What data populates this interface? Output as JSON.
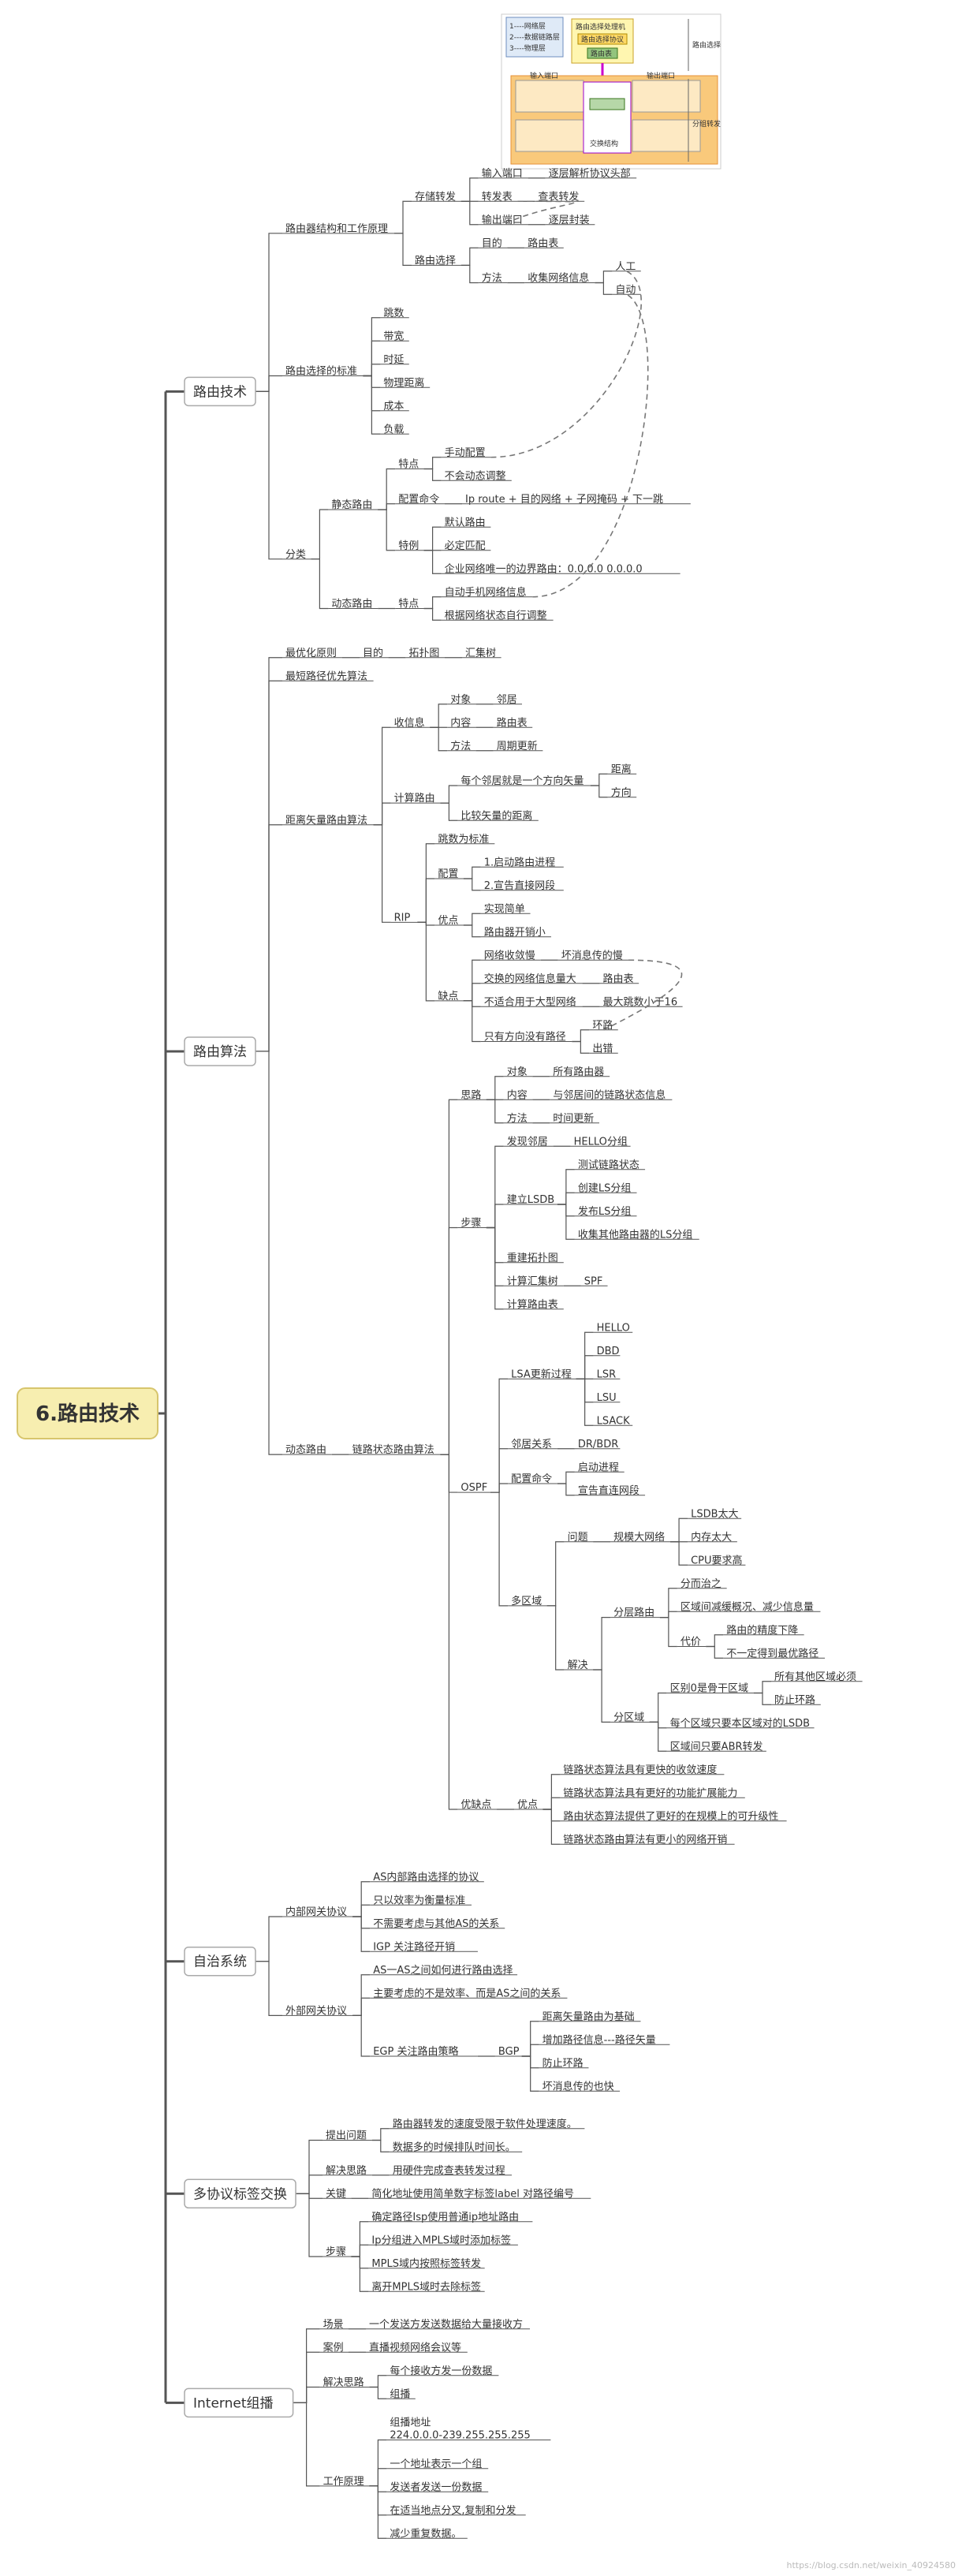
{
  "root": "6.路由技术",
  "watermark": "https://blog.csdn.net/weixin_40924580",
  "header_image": {
    "legend": [
      "1----网络层",
      "2----数据链路层",
      "3----物理层"
    ],
    "center_title": "路由选择处理机",
    "center_sub1": "路由选择协议",
    "center_sub2": "路由表",
    "fabric": "交换结构",
    "right_top": "路由选择",
    "right_bottom": "分组转发",
    "in_port": "输入端口",
    "out_port": "输出端口"
  },
  "branches": [
    {
      "id": "b1",
      "label": "路由技术",
      "children": [
        {
          "label": "路由器结构和工作原理",
          "children": [
            {
              "label": "存储转发",
              "children": [
                {
                  "label": "输入端口",
                  "children": [
                    {
                      "label": "逐层解析协议头部"
                    }
                  ]
                },
                {
                  "label": "转发表",
                  "children": [
                    {
                      "label": "查表转发"
                    }
                  ]
                },
                {
                  "label": "输出端口",
                  "children": [
                    {
                      "label": "逐层封装"
                    }
                  ]
                }
              ]
            },
            {
              "label": "路由选择",
              "children": [
                {
                  "label": "目的",
                  "children": [
                    {
                      "label": "路由表"
                    }
                  ]
                },
                {
                  "label": "方法",
                  "children": [
                    {
                      "label": "收集网络信息",
                      "children": [
                        {
                          "label": "人工"
                        },
                        {
                          "label": "自动"
                        }
                      ]
                    }
                  ]
                }
              ]
            }
          ]
        },
        {
          "label": "路由选择的标准",
          "children": [
            {
              "label": "跳数"
            },
            {
              "label": "带宽"
            },
            {
              "label": "时延"
            },
            {
              "label": "物理距离"
            },
            {
              "label": "成本"
            },
            {
              "label": "负载"
            }
          ]
        },
        {
          "label": "分类",
          "children": [
            {
              "label": "静态路由",
              "children": [
                {
                  "label": "特点",
                  "children": [
                    {
                      "label": "手动配置"
                    },
                    {
                      "label": "不会动态调整"
                    }
                  ]
                },
                {
                  "label": "配置命令",
                  "children": [
                    {
                      "label": "Ip route + 目的网络 + 子网掩码 + 下一跳"
                    }
                  ]
                },
                {
                  "label": "特例",
                  "children": [
                    {
                      "label": "默认路由"
                    },
                    {
                      "label": "必定匹配"
                    },
                    {
                      "label": "企业网络唯一的边界路由：0.0.0.0   0.0.0.0"
                    }
                  ]
                }
              ]
            },
            {
              "label": "动态路由",
              "children": [
                {
                  "label": "特点",
                  "children": [
                    {
                      "label": "自动手机网络信息"
                    },
                    {
                      "label": "根据网络状态自行调整"
                    }
                  ]
                }
              ]
            }
          ]
        }
      ]
    },
    {
      "id": "b2",
      "label": "路由算法",
      "children": [
        {
          "label": "最优化原则",
          "children": [
            {
              "label": "目的",
              "children": [
                {
                  "label": "拓扑图",
                  "children": [
                    {
                      "label": "汇集树"
                    }
                  ]
                }
              ]
            }
          ]
        },
        {
          "label": "最短路径优先算法"
        },
        {
          "label": "距离矢量路由算法",
          "children": [
            {
              "label": "收信息",
              "children": [
                {
                  "label": "对象",
                  "children": [
                    {
                      "label": "邻居"
                    }
                  ]
                },
                {
                  "label": "内容",
                  "children": [
                    {
                      "label": "路由表"
                    }
                  ]
                },
                {
                  "label": "方法",
                  "children": [
                    {
                      "label": "周期更新"
                    }
                  ]
                }
              ]
            },
            {
              "label": "计算路由",
              "children": [
                {
                  "label": "每个邻居就是一个方向矢量",
                  "children": [
                    {
                      "label": "距离"
                    },
                    {
                      "label": "方向"
                    }
                  ]
                },
                {
                  "label": "比较矢量的距离"
                }
              ]
            },
            {
              "label": "RIP",
              "children": [
                {
                  "label": "跳数为标准"
                },
                {
                  "label": "配置",
                  "children": [
                    {
                      "label": "1.启动路由进程"
                    },
                    {
                      "label": "2.宣告直接网段"
                    }
                  ]
                },
                {
                  "label": "优点",
                  "children": [
                    {
                      "label": "实现简单"
                    },
                    {
                      "label": "路由器开销小"
                    }
                  ]
                },
                {
                  "label": "缺点",
                  "children": [
                    {
                      "label": "网络收敛慢",
                      "children": [
                        {
                          "label": "坏消息传的慢"
                        }
                      ]
                    },
                    {
                      "label": "交换的网络信息量大",
                      "children": [
                        {
                          "label": "路由表"
                        }
                      ]
                    },
                    {
                      "label": "不适合用于大型网络",
                      "children": [
                        {
                          "label": "最大跳数小于16"
                        }
                      ]
                    },
                    {
                      "label": "只有方向没有路径",
                      "children": [
                        {
                          "label": "环路"
                        },
                        {
                          "label": "出错"
                        }
                      ]
                    }
                  ]
                }
              ]
            }
          ]
        },
        {
          "label": "动态路由",
          "children": [
            {
              "label": "链路状态路由算法",
              "children": [
                {
                  "label": "思路",
                  "children": [
                    {
                      "label": "对象",
                      "children": [
                        {
                          "label": "所有路由器"
                        }
                      ]
                    },
                    {
                      "label": "内容",
                      "children": [
                        {
                          "label": "与邻居间的链路状态信息"
                        }
                      ]
                    },
                    {
                      "label": "方法",
                      "children": [
                        {
                          "label": "时间更新"
                        }
                      ]
                    }
                  ]
                },
                {
                  "label": "步骤",
                  "children": [
                    {
                      "label": "发现邻居",
                      "children": [
                        {
                          "label": "HELLO分组"
                        }
                      ]
                    },
                    {
                      "label": "建立LSDB",
                      "children": [
                        {
                          "label": "测试链路状态"
                        },
                        {
                          "label": "创建LS分组"
                        },
                        {
                          "label": "发布LS分组"
                        },
                        {
                          "label": "收集其他路由器的LS分组"
                        }
                      ]
                    },
                    {
                      "label": "重建拓扑图"
                    },
                    {
                      "label": "计算汇集树",
                      "children": [
                        {
                          "label": "SPF"
                        }
                      ]
                    },
                    {
                      "label": "计算路由表"
                    }
                  ]
                },
                {
                  "label": "OSPF",
                  "children": [
                    {
                      "label": "LSA更新过程",
                      "children": [
                        {
                          "label": "HELLO"
                        },
                        {
                          "label": "DBD"
                        },
                        {
                          "label": "LSR"
                        },
                        {
                          "label": "LSU"
                        },
                        {
                          "label": "LSACK"
                        }
                      ]
                    },
                    {
                      "label": "邻居关系",
                      "children": [
                        {
                          "label": "DR/BDR"
                        }
                      ]
                    },
                    {
                      "label": "配置命令",
                      "children": [
                        {
                          "label": "启动进程"
                        },
                        {
                          "label": "宣告直连网段"
                        }
                      ]
                    },
                    {
                      "label": "多区域",
                      "children": [
                        {
                          "label": "问题",
                          "children": [
                            {
                              "label": "规模大网络",
                              "children": [
                                {
                                  "label": "LSDB太大"
                                },
                                {
                                  "label": "内存太大"
                                },
                                {
                                  "label": "CPU要求高"
                                }
                              ]
                            }
                          ]
                        },
                        {
                          "label": "解决",
                          "children": [
                            {
                              "label": "分层路由",
                              "children": [
                                {
                                  "label": "分而治之"
                                },
                                {
                                  "label": "区域间减缓概况、减少信息量"
                                },
                                {
                                  "label": "代价",
                                  "children": [
                                    {
                                      "label": "路由的精度下降"
                                    },
                                    {
                                      "label": "不一定得到最优路径"
                                    }
                                  ]
                                }
                              ]
                            },
                            {
                              "label": "分区域",
                              "children": [
                                {
                                  "label": "区别0是骨干区域",
                                  "children": [
                                    {
                                      "label": "所有其他区域必须"
                                    },
                                    {
                                      "label": "防止环路"
                                    }
                                  ]
                                },
                                {
                                  "label": "每个区域只要本区域对的LSDB"
                                },
                                {
                                  "label": "区域间只要ABR转发"
                                }
                              ]
                            }
                          ]
                        }
                      ]
                    }
                  ]
                },
                {
                  "label": "优缺点",
                  "children": [
                    {
                      "label": "优点",
                      "children": [
                        {
                          "label": "链路状态算法具有更快的收敛速度"
                        },
                        {
                          "label": "链路状态算法具有更好的功能扩展能力"
                        },
                        {
                          "label": "路由状态算法提供了更好的在规模上的可升级性"
                        },
                        {
                          "label": "链路状态路由算法有更小的网络开销"
                        }
                      ]
                    }
                  ]
                }
              ]
            }
          ]
        }
      ]
    },
    {
      "id": "b3",
      "label": "自治系统",
      "children": [
        {
          "label": "内部网关协议",
          "children": [
            {
              "label": "AS内部路由选择的协议"
            },
            {
              "label": "只以效率为衡量标准"
            },
            {
              "label": "不需要考虑与其他AS的关系"
            },
            {
              "label": "IGP   关注路径开销"
            }
          ]
        },
        {
          "label": "外部网关协议",
          "children": [
            {
              "label": "AS一AS之间如何进行路由选择"
            },
            {
              "label": "主要考虑的不是效率、而是AS之间的关系"
            },
            {
              "label": "EGP   关注路由策略",
              "children": [
                {
                  "label": "BGP",
                  "children": [
                    {
                      "label": "距离矢量路由为基础"
                    },
                    {
                      "label": "增加路径信息---路径矢量"
                    },
                    {
                      "label": "防止环路"
                    },
                    {
                      "label": "坏消息传的也快"
                    }
                  ]
                }
              ]
            }
          ]
        }
      ]
    },
    {
      "id": "b4",
      "label": "多协议标签交换",
      "children": [
        {
          "label": "提出问题",
          "children": [
            {
              "label": "路由器转发的速度受限于软件处理速度。"
            },
            {
              "label": "数据多的时候排队时间长。"
            }
          ]
        },
        {
          "label": "解决思路",
          "children": [
            {
              "label": "用硬件完成查表转发过程"
            }
          ]
        },
        {
          "label": "关键",
          "children": [
            {
              "label": "简化地址使用简单数字标签label 对路径编号"
            }
          ]
        },
        {
          "label": "步骤",
          "children": [
            {
              "label": "确定路径Isp使用普通ip地址路由"
            },
            {
              "label": "Ip分组进入MPLS域时添加标签"
            },
            {
              "label": "MPLS域内按照标签转发"
            },
            {
              "label": "离开MPLS域时去除标签"
            }
          ]
        }
      ]
    },
    {
      "id": "b5",
      "label": "Internet组播",
      "children": [
        {
          "label": "场景",
          "children": [
            {
              "label": "一个发送方发送数据给大量接收方"
            }
          ]
        },
        {
          "label": "案例",
          "children": [
            {
              "label": "直播视频网络会议等"
            }
          ]
        },
        {
          "label": "解决思路",
          "children": [
            {
              "label": "每个接收方发一份数据"
            },
            {
              "label": "组播"
            }
          ]
        },
        {
          "label": "工作原理",
          "children": [
            {
              "label": "组播地址\n224.0.0.0-239.255.255.255"
            },
            {
              "label": "一个地址表示一个组"
            },
            {
              "label": "发送者发送一份数据"
            },
            {
              "label": "在适当地点分叉,复制和分发"
            },
            {
              "label": "减少重复数据。"
            }
          ]
        }
      ]
    }
  ]
}
